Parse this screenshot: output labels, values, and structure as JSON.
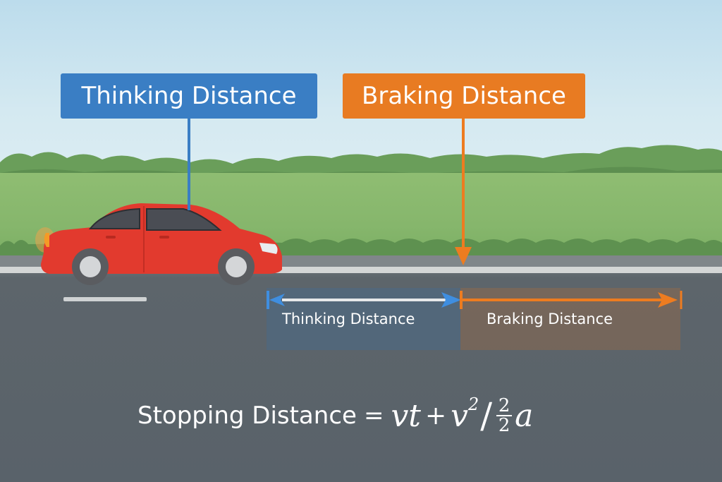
{
  "diagram": {
    "title_labels": {
      "thinking": "Thinking Distance",
      "braking": "Braking Distance"
    },
    "segment_labels": {
      "thinking": "Thinking Distance",
      "braking": "Braking Distance"
    },
    "formula": {
      "lhs": "Stopping Distance",
      "equals": "=",
      "term1": "vt",
      "plus": "+",
      "term2_base": "v",
      "term2_exp": "2",
      "slash": "/",
      "frac_num": "2",
      "frac_den": "2",
      "term2_tail": "a"
    },
    "colors": {
      "thinking": "#3a7ec4",
      "braking": "#e87b22",
      "car": "#e23a2e",
      "road": "#59626a",
      "sky": "#c8e2ef",
      "grass": "#86b66c"
    },
    "objects": [
      "red car",
      "road with lane markings",
      "green field",
      "tree line",
      "sky"
    ]
  }
}
